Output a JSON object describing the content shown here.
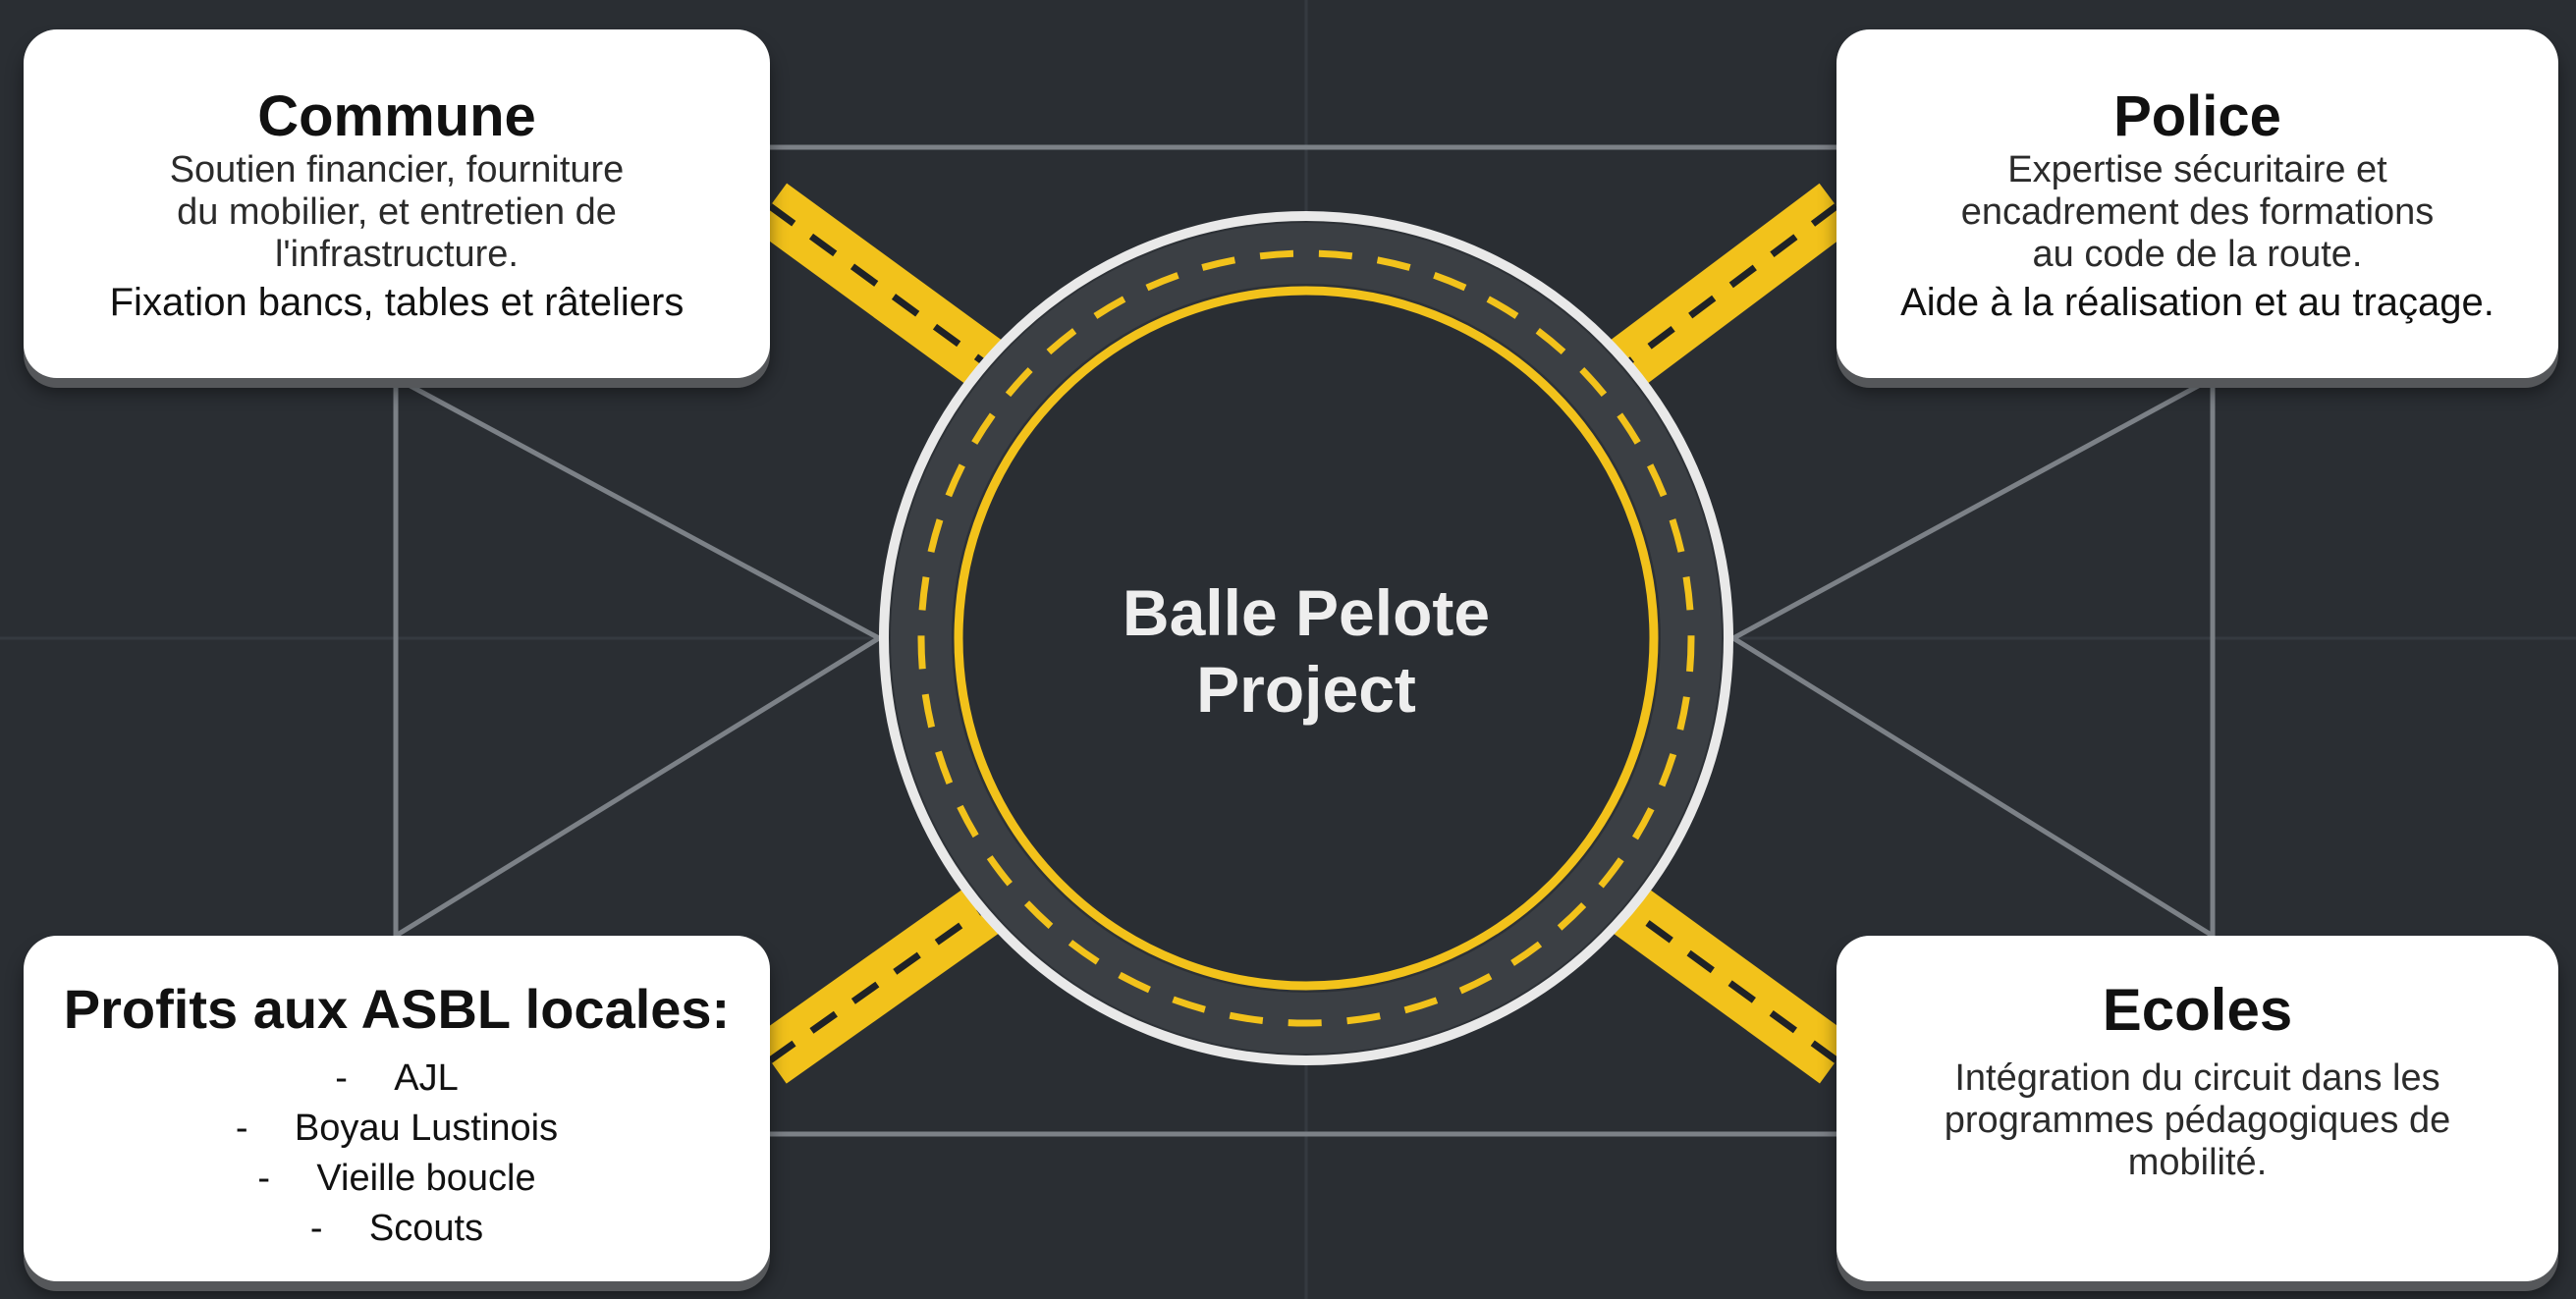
{
  "center": {
    "line1": "Balle Pelote",
    "line2": "Project"
  },
  "commune": {
    "title": "Commune",
    "body": [
      "Soutien financier, fourniture",
      "du mobilier, et entretien de",
      "l'infrastructure."
    ],
    "extra": "Fixation bancs, tables et râteliers"
  },
  "police": {
    "title": "Police",
    "body": [
      "Expertise sécuritaire et",
      "encadrement des formations",
      "au code de la route."
    ],
    "extra": "Aide à la réalisation et au traçage."
  },
  "asbl": {
    "title": "Profits aux ASBL locales:",
    "items": [
      {
        "bullet": "-",
        "label": "AJL"
      },
      {
        "bullet": "-",
        "label": "Boyau Lustinois"
      },
      {
        "bullet": "-",
        "label": "Vieille boucle"
      },
      {
        "bullet": "-",
        "label": "Scouts"
      }
    ]
  },
  "ecoles": {
    "title": "Ecoles",
    "body": [
      "Intégration du circuit dans les",
      "programmes pédagogiques de",
      "mobilité."
    ]
  },
  "colors": {
    "background": "#2a2e33",
    "road_yellow": "#f2c21b",
    "line_grey": "#7c8187",
    "card_white": "#ffffff"
  }
}
